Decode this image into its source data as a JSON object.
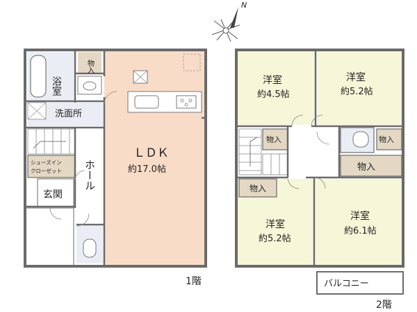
{
  "compass": {
    "north": "N"
  },
  "floor1": {
    "label": "1階",
    "rooms": {
      "bath": "浴室",
      "storage": "物入",
      "washroom": "洗面所",
      "ldk_name": "ＬＤＫ",
      "ldk_size": "約17.0帖",
      "shoes_closet_line1": "シューズイン",
      "shoes_closet_line2": "クローゼット",
      "hall": "ホール",
      "entrance": "玄関"
    }
  },
  "floor2": {
    "label": "2階",
    "rooms": {
      "western": "洋室",
      "room_a_size": "約4.5帖",
      "room_b_size": "約5.2帖",
      "room_c_size": "約5.2帖",
      "room_d_size": "約6.1帖",
      "storage": "物入",
      "balcony": "バルコニー"
    }
  },
  "colors": {
    "wall": "#6a6a6a",
    "ldk_floor": "#f8dcc8",
    "room_floor": "#f6f6d8",
    "storage_fill": "#e4d8c4",
    "wet_fill": "#eaeef4",
    "white": "#ffffff"
  }
}
